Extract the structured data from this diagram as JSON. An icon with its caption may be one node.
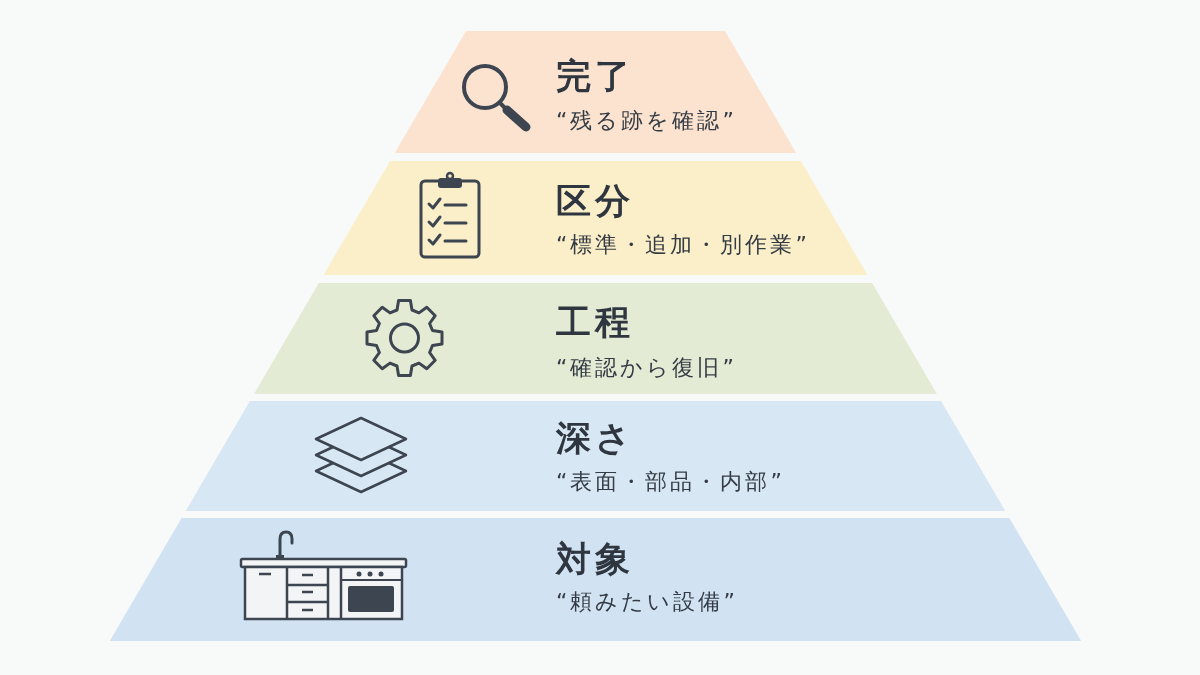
{
  "diagram": {
    "nodes": [
      {
        "text": [
          "完了",
          "“残る跡を確認”"
        ]
      },
      {
        "text": [
          "区分",
          "“標準・追加・別作業”"
        ]
      },
      {
        "text": [
          "工程",
          "“確認から復旧”"
        ]
      },
      {
        "text": [
          "深さ",
          "“表面・部品・内部”"
        ]
      },
      {
        "text": [
          "対象",
          "“頼みたい設備”"
        ]
      }
    ]
  }
}
